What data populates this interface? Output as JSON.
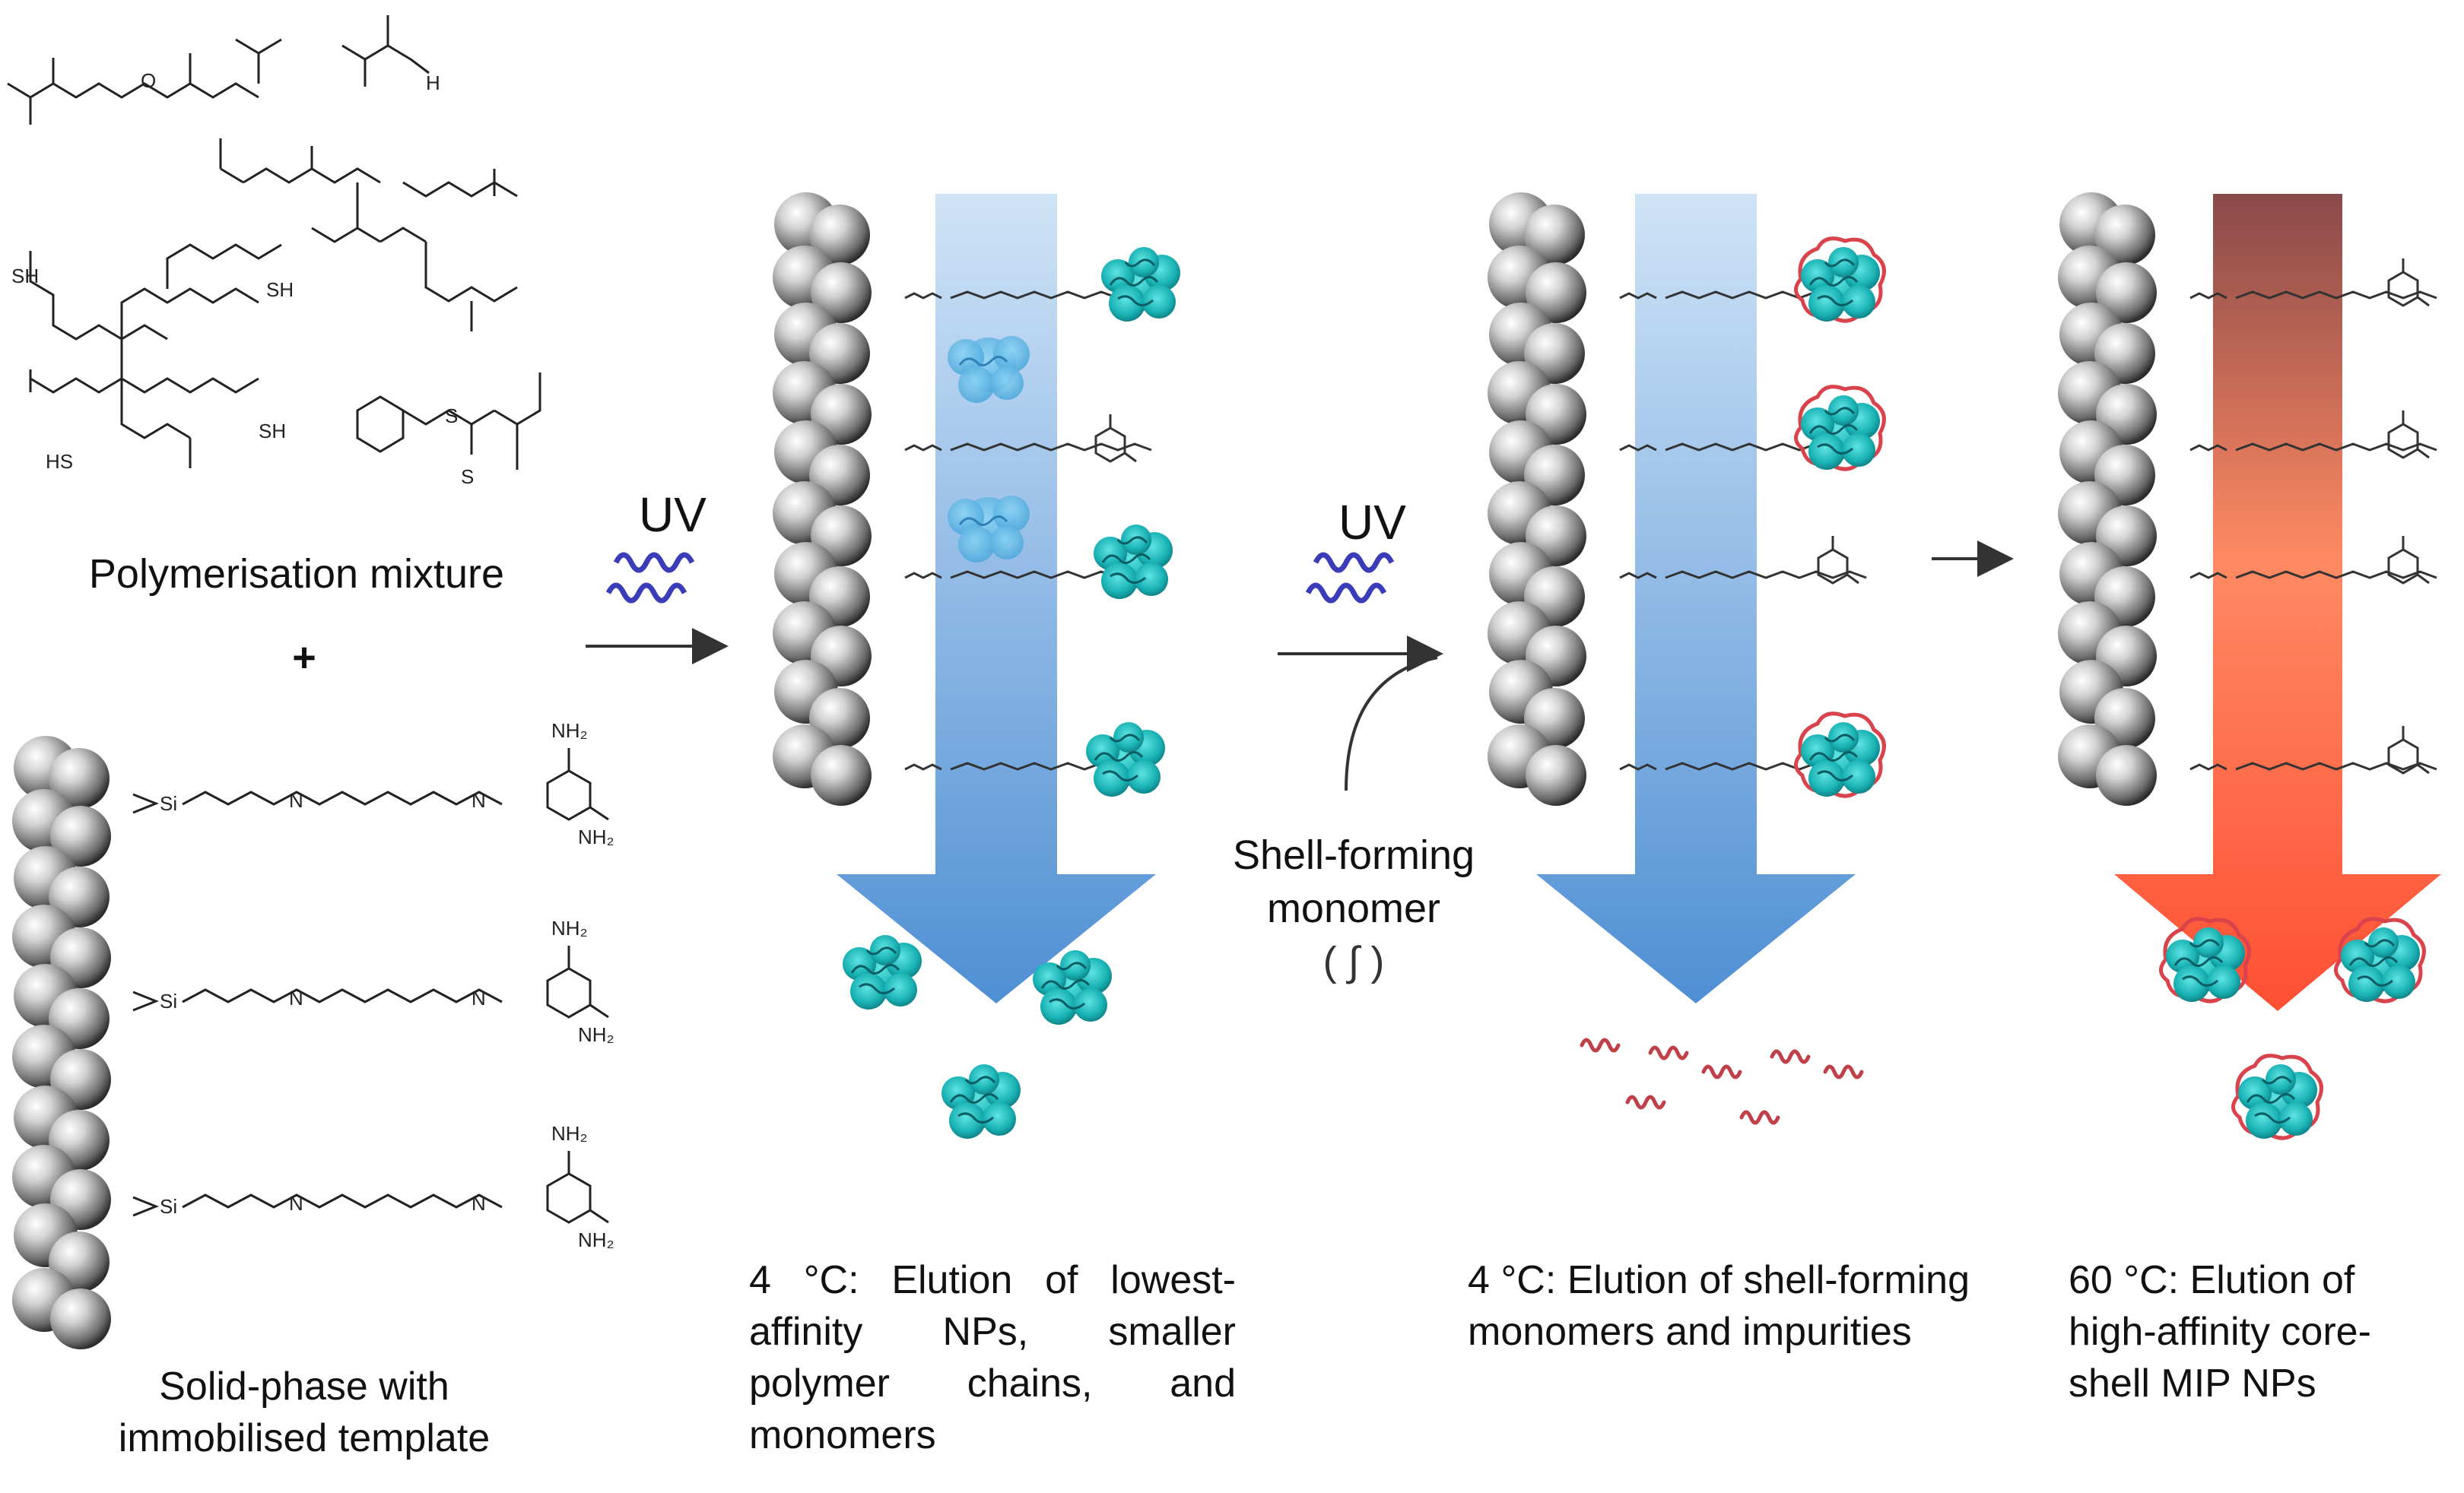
{
  "colors": {
    "bead_light": "#f2f2f2",
    "bead_dark": "#4a4a4a",
    "arrow_blue_top": "#cfe3f6",
    "arrow_blue_bottom": "#4f8fd4",
    "arrow_red_top": "#8a4a4a",
    "arrow_red_bottom": "#ff5a3a",
    "protein": "#1fb8b8",
    "protein_dark": "#0d6f73",
    "shell": "#d9434c",
    "uv_wave": "#3b3db8"
  },
  "labels": {
    "polymerisation_mixture": "Polymerisation mixture",
    "plus": "+",
    "solid_phase_line1": "Solid-phase with",
    "solid_phase_line2": "immobilised template",
    "uv_1": "UV",
    "uv_2": "UV",
    "shell_monomer_line1": "Shell-forming",
    "shell_monomer_line2": "monomer",
    "shell_monomer_symbol": "( ∫ )",
    "step1": "4 °C: Elution of lowest-affinity NPs, smaller polymer chains, and monomers",
    "step2": "4 °C: Elution of shell-forming monomers and impurities",
    "step3": "60 °C: Elution of high-affinity core-shell MIP NPs"
  },
  "chem": {
    "nh2": "NH₂",
    "si": "Si",
    "n": "N",
    "sh": "SH",
    "hs": "HS",
    "o": "O",
    "h": "H",
    "s": "S"
  }
}
